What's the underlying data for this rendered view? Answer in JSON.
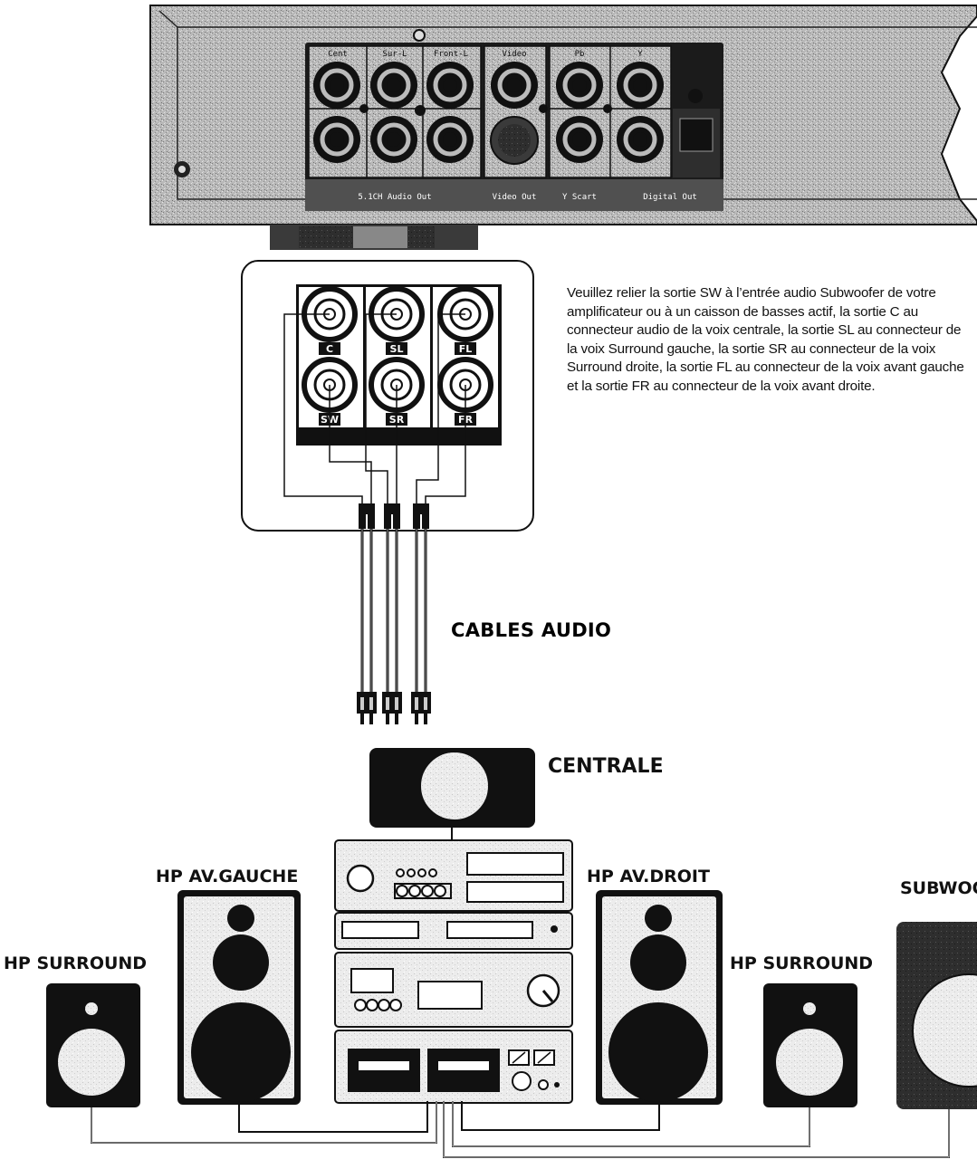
{
  "player_panel": {
    "jack_labels_top": [
      "Cent",
      "Sur-L",
      "Front-L",
      "Video",
      "Pb",
      "Y"
    ],
    "group_labels": [
      "5.1CH Audio Out",
      "Video Out",
      "Y Scart",
      "Digital Out"
    ]
  },
  "connector_box": {
    "labels_top": [
      "C",
      "SL",
      "FL"
    ],
    "labels_bottom": [
      "SW",
      "SR",
      "FR"
    ]
  },
  "caption": "Veuillez relier la sortie SW à l’entrée audio Subwoofer de votre amplificateur ou à un caisson de basses actif,  la sortie C au connecteur audio de la voix centrale, la sortie SL au connecteur de la voix Surround gauche, la sortie SR au connecteur de la voix Surround droite, la sortie FL au connecteur de la voix avant gauche et la sortie FR au connecteur de la voix avant droite.",
  "cables_label": "CABLES AUDIO",
  "speakers": {
    "center": "CENTRALE",
    "front_left": "HP AV.GAUCHE",
    "front_right": "HP AV.DROIT",
    "surround_left": "HP SURROUND",
    "surround_right": "HP SURROUND",
    "subwoofer": "SUBWOOFER"
  },
  "colors": {
    "ink": "#000000",
    "panel": "#b4b4b4",
    "paper": "#ffffff"
  }
}
